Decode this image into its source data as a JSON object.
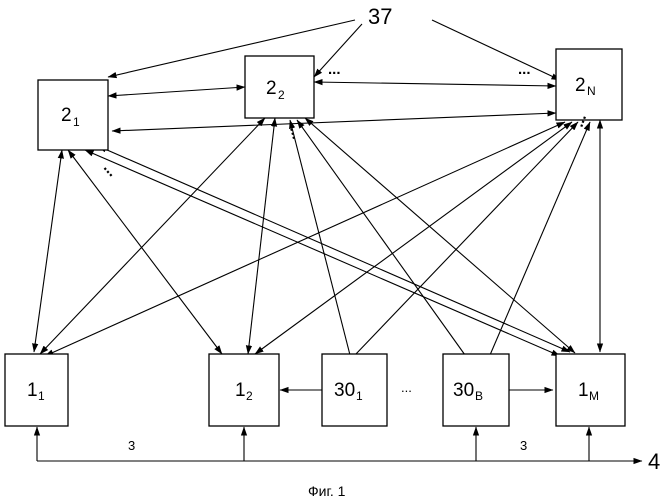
{
  "blocks": {
    "b2_1": {
      "main": "2",
      "sub": "1"
    },
    "b2_2": {
      "main": "2",
      "sub": "2"
    },
    "b2_N": {
      "main": "2",
      "sub": "N"
    },
    "b1_1": {
      "main": "1",
      "sub": "1"
    },
    "b1_2": {
      "main": "1",
      "sub": "2"
    },
    "b30_1": {
      "main": "30",
      "sub": "1"
    },
    "b30_B": {
      "main": "30",
      "sub": "B"
    },
    "b1_M": {
      "main": "1",
      "sub": "M"
    }
  },
  "labels": {
    "ref37": "37",
    "bus_left": "3",
    "bus_right": "3",
    "bus_out": "4",
    "ellipsis_bottom": "...",
    "ellipsis_a": "...",
    "ellipsis_b": "...",
    "ellipsis_c": "...",
    "ellipsis_d": "...",
    "ellipsis_e": "..."
  },
  "caption": "Фиг. 1"
}
